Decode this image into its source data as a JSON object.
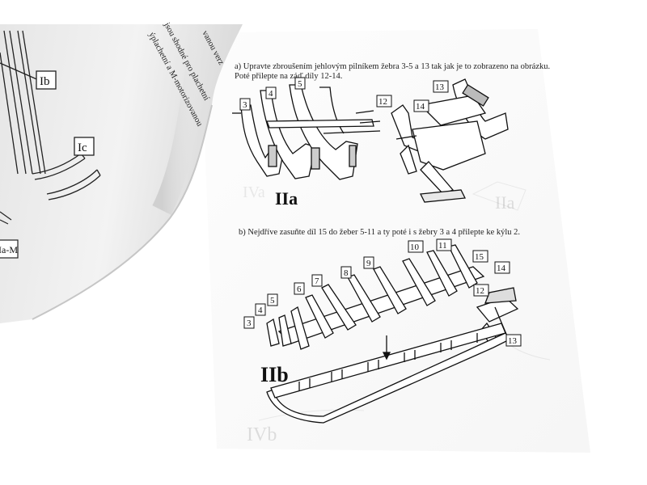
{
  "left_page": {
    "lines": [
      "vanou verz",
      "jsou shodné pro plachetní",
      "ýplachetní a M-motorizovanou"
    ],
    "labels": [
      "Ib",
      "Ic",
      "Ia-M"
    ]
  },
  "right_page": {
    "step_a": {
      "text_line1": "a) Upravte zbroušením jehlovým pilníkem žebra 3-5 a 13 tak jak je to zobrazeno na obrázku.",
      "text_line2": "Poté přilepte na záď díly 12-14.",
      "labels": [
        "3",
        "4",
        "5",
        "12",
        "13",
        "14"
      ],
      "figure_label": "IIa"
    },
    "step_b": {
      "text": "b) Nejdříve zasuňte díl 15 do žeber 5-11 a ty poté i s žebry 3 a 4 přilepte ke kýlu 2.",
      "labels": [
        "3",
        "4",
        "5",
        "6",
        "7",
        "8",
        "9",
        "10",
        "11",
        "15",
        "14",
        "12",
        "13"
      ],
      "figure_label": "IIb"
    },
    "ghost_labels": [
      "IIa",
      "IVb"
    ]
  }
}
